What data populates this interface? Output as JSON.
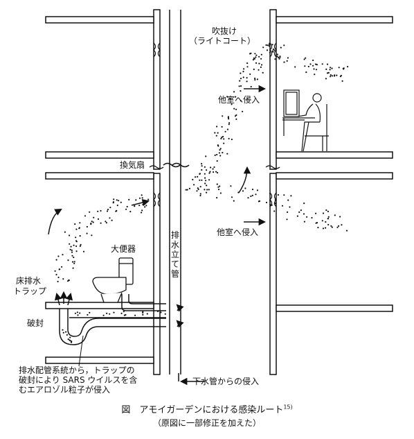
{
  "labels": {
    "atrium": "吹抜け",
    "light_court": "（ライトコート）",
    "intrusion_upper": "他室へ侵入",
    "intrusion_lower": "他室へ侵入",
    "fan": "換気扇",
    "toilet": "大便器",
    "floor_trap_1": "床排水",
    "floor_trap_2": "トラップ",
    "seal_break": "破封",
    "stack": "排水立て管",
    "sewer_intrusion": "下水管からの侵入",
    "note_1": "排水配管系統から，トラップの",
    "note_2": "破封により SARS ウイルスを含",
    "note_3": "むエアロゾル粒子が侵入"
  },
  "caption": {
    "title": "図　アモイガーデンにおける感染ルート",
    "ref": "15)",
    "sub": "（原図に一部修正を加えた）"
  },
  "colors": {
    "ink": "#111111",
    "background": "#ffffff"
  }
}
